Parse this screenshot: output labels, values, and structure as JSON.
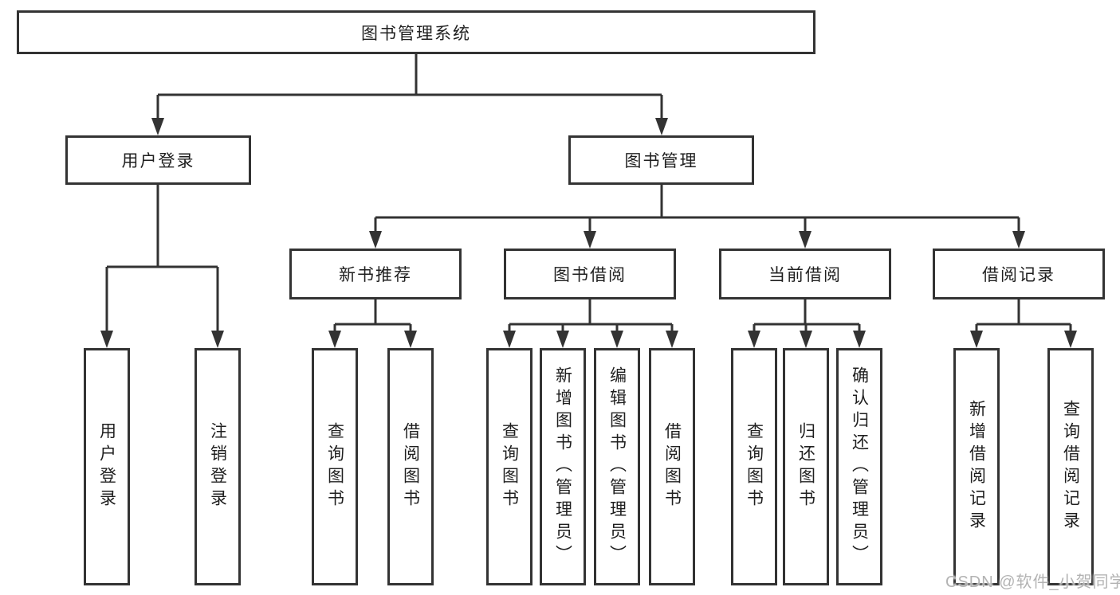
{
  "diagram": {
    "root": {
      "label": "图书管理系统"
    },
    "level2": [
      {
        "label": "用户登录"
      },
      {
        "label": "图书管理"
      }
    ],
    "level3": [
      {
        "label": "新书推荐"
      },
      {
        "label": "图书借阅"
      },
      {
        "label": "当前借阅"
      },
      {
        "label": "借阅记录"
      }
    ],
    "leaves": {
      "user_login": [
        {
          "label": "用户登录"
        },
        {
          "label": "注销登录"
        }
      ],
      "new_book_recommend": [
        {
          "label": "查询图书"
        },
        {
          "label": "借阅图书"
        }
      ],
      "book_borrow": [
        {
          "label": "查询图书"
        },
        {
          "label": "新增图书（管理员）"
        },
        {
          "label": "编辑图书（管理员）"
        },
        {
          "label": "借阅图书"
        }
      ],
      "current_borrow": [
        {
          "label": "查询图书"
        },
        {
          "label": "归还图书"
        },
        {
          "label": "确认归还（管理员）"
        }
      ],
      "borrow_record": [
        {
          "label": "新增借阅记录"
        },
        {
          "label": "查询借阅记录"
        }
      ]
    },
    "watermark": "CSDN @软件_小贺同学",
    "colors": {
      "line": "#333333",
      "text": "#1f1f1f",
      "background": "#ffffff",
      "watermark": "#b3b3b3"
    }
  }
}
